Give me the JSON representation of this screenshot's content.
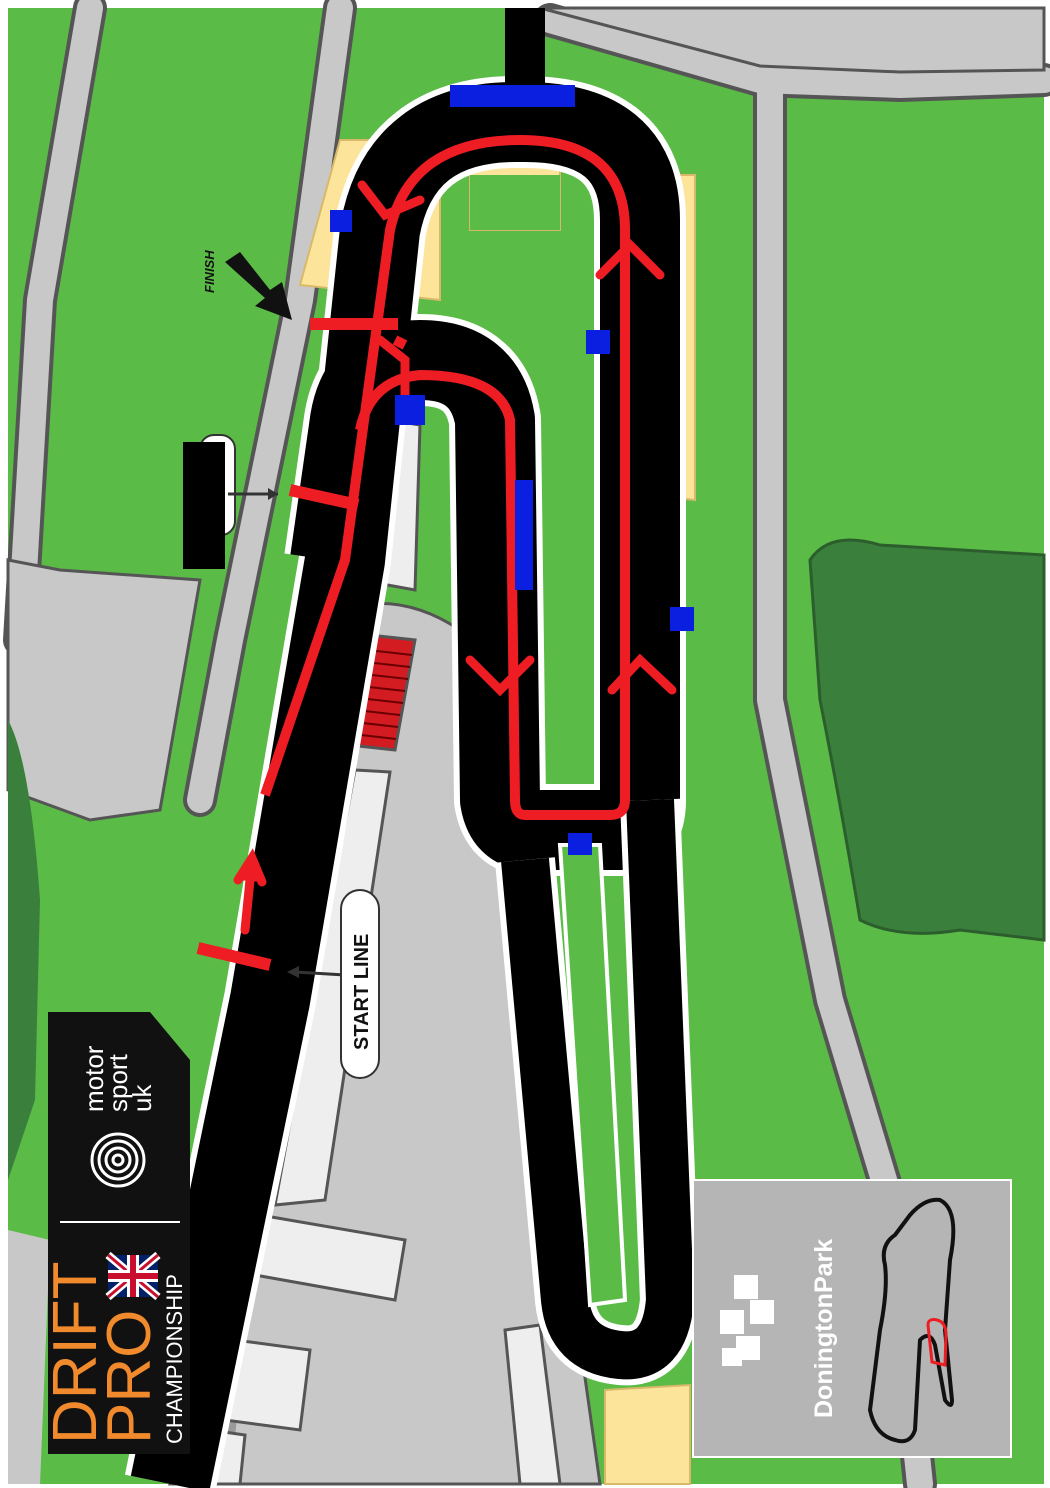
{
  "map": {
    "labels": {
      "finish": "FINISH",
      "start_line": "START LINE"
    },
    "inset": {
      "venue_name": "DoningtonPark",
      "logo_icon": "donington-park-checkered-flag-icon"
    },
    "branding": {
      "series_line1": "DRIFT",
      "series_line2": "PRO",
      "series_line3": "CHAMPIONSHIP",
      "partner_line1": "motor",
      "partner_line2": "sport",
      "partner_line3": "uk",
      "partner_icon": "motorsport-uk-fingerprint-icon",
      "flag_icon": "union-jack-flag-icon"
    },
    "colors": {
      "grass": "#5bbb47",
      "dark_grass": "#3a7f3c",
      "tarmac": "#c8c8c8",
      "track": "#000000",
      "racing_line": "#ee1d24",
      "marker": "#0a1fe0",
      "sand": "#fde49b",
      "brand_orange": "#f08a2c"
    }
  }
}
